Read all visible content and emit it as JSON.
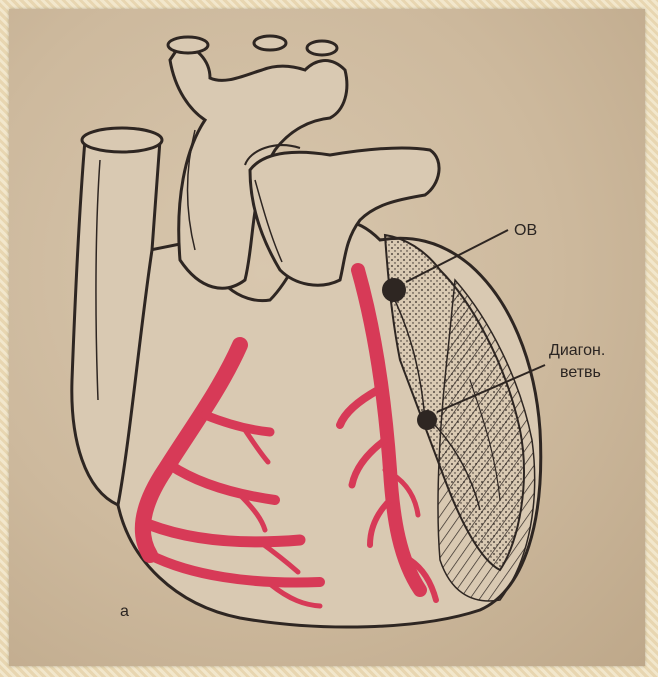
{
  "labels": {
    "ov": "ОВ",
    "diag_line1": "Диагон.",
    "diag_line2": "ветвь",
    "panel": "а"
  },
  "colors": {
    "artery": "#d73a57",
    "outline": "#2e2622",
    "heart_fill": "#d9c9b2",
    "background": "#cdb99d"
  }
}
